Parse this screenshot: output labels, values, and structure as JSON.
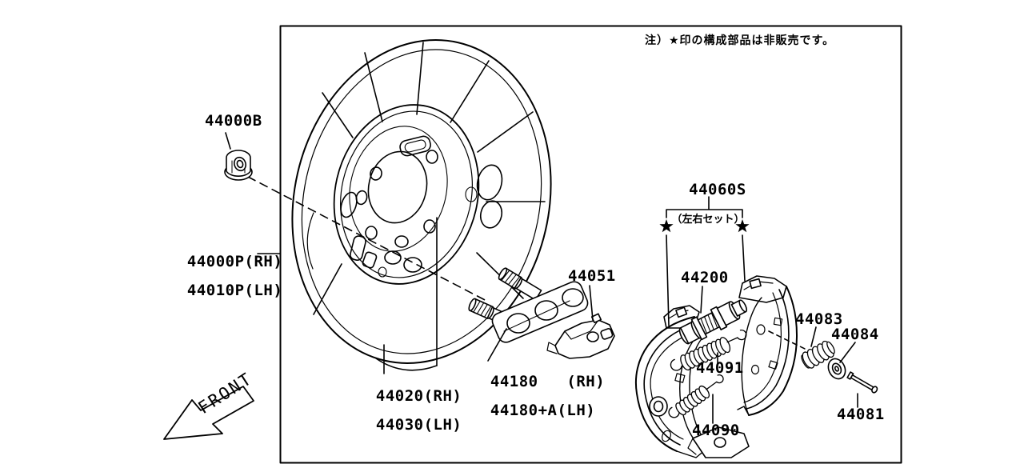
{
  "note": "注）★印の構成部品は非販売です。",
  "front_label": "FRONT",
  "labels": {
    "l44000b": "44000B",
    "l44000p_rh": "44000P(RH)",
    "l44010p_lh": "44010P(LH)",
    "l44020_rh": "44020(RH)",
    "l44030_lh": "44030(LH)",
    "l44180_rh": "44180   (RH)",
    "l44180a_lh": "44180+A(LH)",
    "l44051": "44051",
    "l44060s": "44060S",
    "l44060s_sub": "（左右セット）",
    "l44200": "44200",
    "l44091": "44091",
    "l44090": "44090",
    "l44083": "44083",
    "l44084": "44084",
    "l44081": "44081"
  }
}
